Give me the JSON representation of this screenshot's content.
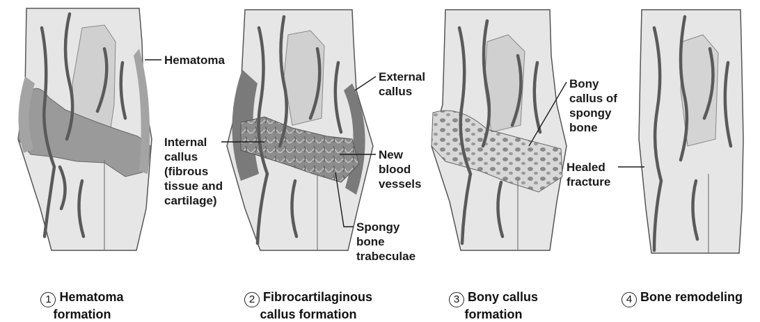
{
  "labels": {
    "hematoma": "Hematoma",
    "external_callus": "External\ncallus",
    "internal_callus": "Internal\ncallus\n(fibrous\ntissue and\ncartilage)",
    "new_blood_vessels": "New\nblood\nvessels",
    "spongy_bone_trabeculae": "Spongy\nbone\ntrabeculae",
    "bony_callus": "Bony\ncallus of\nspongy\nbone",
    "healed_fracture": "Healed\nfracture"
  },
  "stages": [
    {
      "number": "1",
      "title": "Hematoma\nformation"
    },
    {
      "number": "2",
      "title": "Fibrocartilaginous\ncallus formation"
    },
    {
      "number": "3",
      "title": "Bony callus\nformation"
    },
    {
      "number": "4",
      "title": "Bone remodeling"
    }
  ],
  "colors": {
    "bone_fill": "#e6e6e6",
    "bone_outline": "#555555",
    "cavity": "#d2d2d2",
    "hematoma": "#9a9a9a",
    "vessel": "#5a5a5a",
    "callus_dark": "#777777"
  }
}
